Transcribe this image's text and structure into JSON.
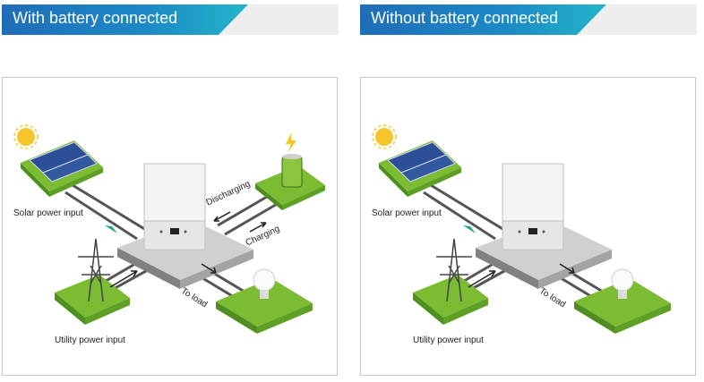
{
  "panels": [
    {
      "title": "With battery connected",
      "labels": {
        "solar": "Solar power input",
        "utility": "Utility power input",
        "discharging": "Discharging",
        "charging": "Charging",
        "load": "To load"
      }
    },
    {
      "title": "Without battery connected",
      "labels": {
        "solar": "Solar power input",
        "utility": "Utility power input",
        "load": "To load"
      }
    }
  ],
  "colors": {
    "header_blue": "#1f6db8",
    "header_teal": "#22b6c8",
    "grass": "#7cbc33",
    "grass_dark": "#4f8f1f",
    "arrow_green": "#1aa58a"
  }
}
